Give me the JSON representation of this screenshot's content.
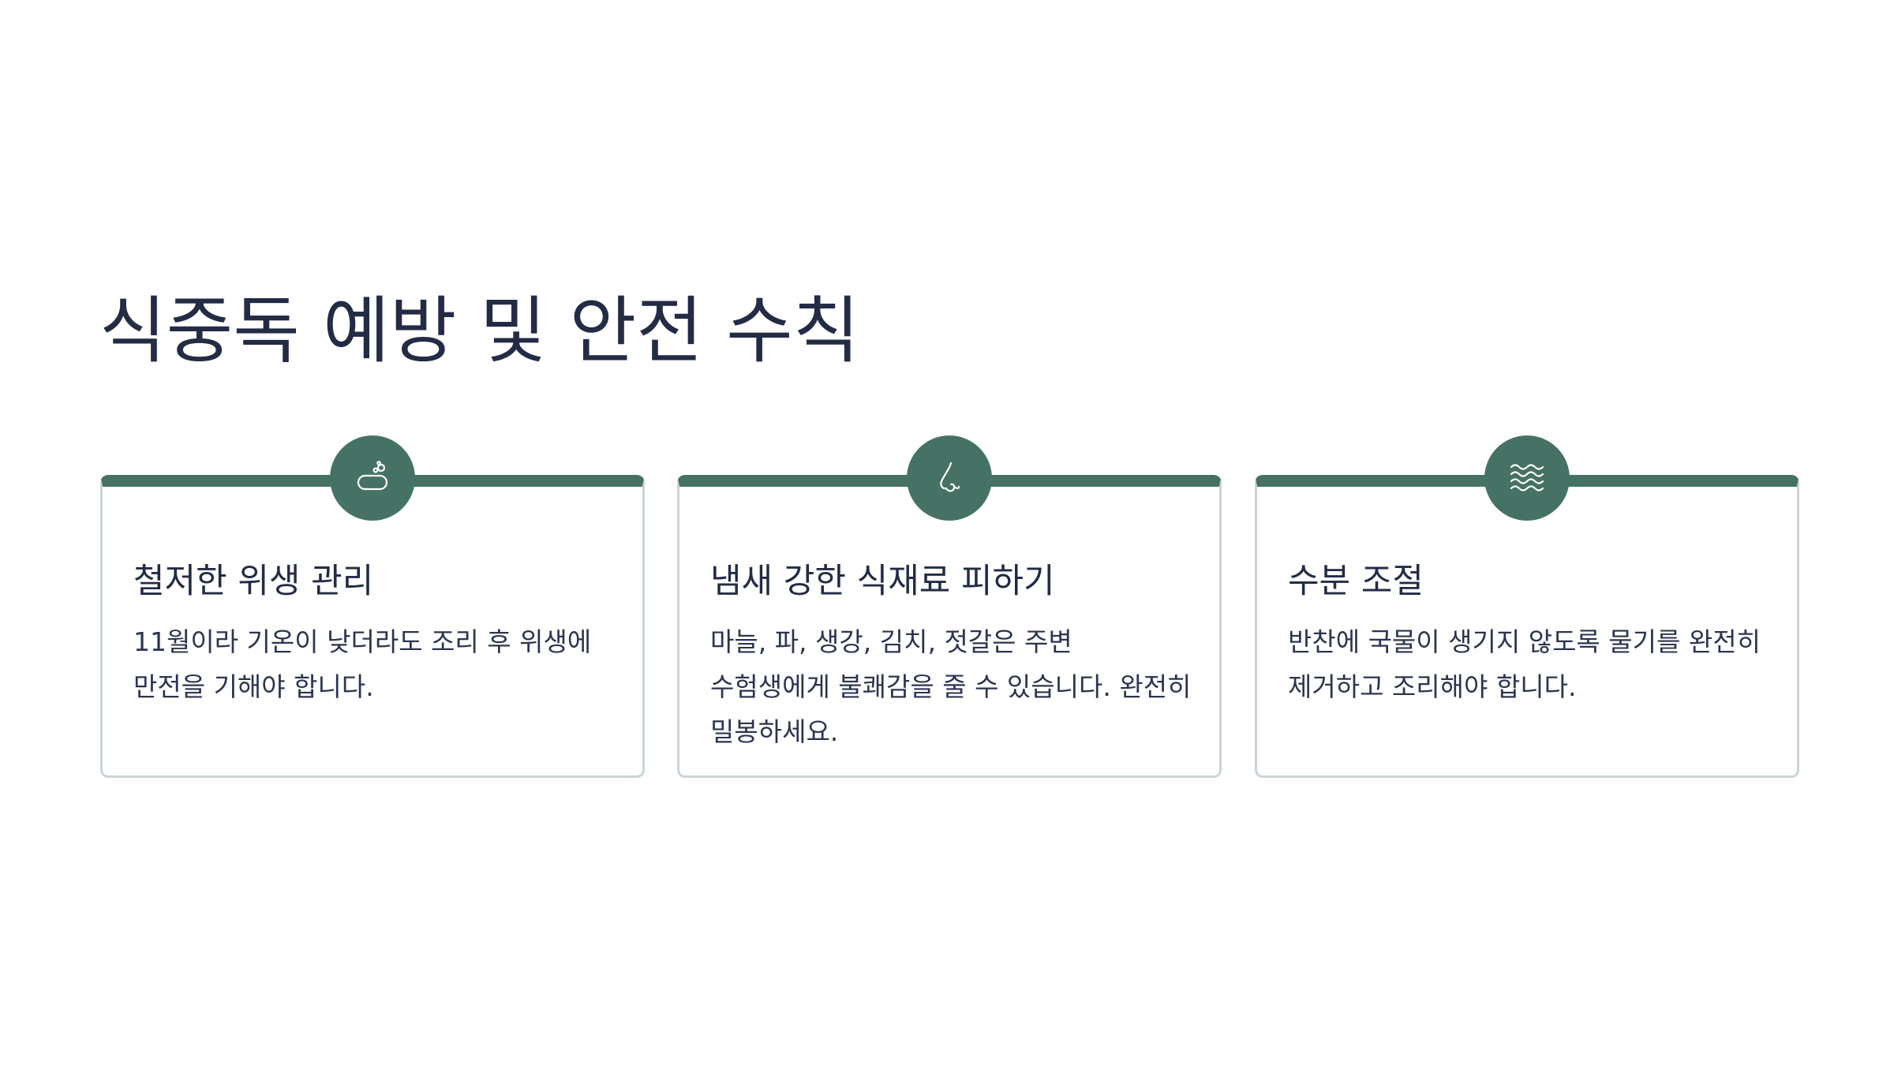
{
  "slide": {
    "title": "식중독 예방 및 안전 수칙",
    "accent_color": "#467265",
    "text_color": "#232b45",
    "cards": [
      {
        "icon": "soap-icon",
        "title": "철저한 위생 관리",
        "body": "11월이라 기온이 낮더라도 조리 후 위생에 만전을 기해야 합니다."
      },
      {
        "icon": "nose-icon",
        "title": "냄새 강한 식재료 피하기",
        "body": "마늘, 파, 생강, 김치, 젓갈은 주변 수험생에게 불쾌감을 줄 수 있습니다. 완전히 밀봉하세요."
      },
      {
        "icon": "water-icon",
        "title": "수분 조절",
        "body": "반찬에 국물이 생기지 않도록 물기를 완전히 제거하고 조리해야 합니다."
      }
    ]
  }
}
